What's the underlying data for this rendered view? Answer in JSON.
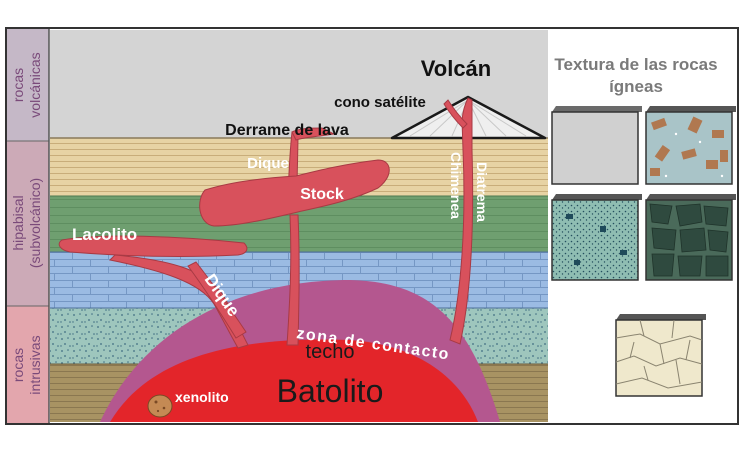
{
  "zones": {
    "volcanic": "rocas\nvolcánicas",
    "hypabyssal": "hipabisal\n(subvolcánico)",
    "intrusive": "rocas\nintrusivas"
  },
  "labels": {
    "volcan": "Volcán",
    "cono_satelite": "cono satélite",
    "derrame": "Derrame de lava",
    "dique_top": "Dique",
    "stock": "Stock",
    "lacolito": "Lacolito",
    "dique_mid": "Dique",
    "chimenea": "Chimenea",
    "diatrema": "Diatrema",
    "zona_contacto": "zona de contacto",
    "techo": "techo",
    "xenolito": "xenolito",
    "batolito": "Batolito"
  },
  "texture_panel": {
    "title_line1": "Textura de las rocas",
    "title_line2": "ígneas"
  },
  "colors": {
    "magma": "#d8515c",
    "batholith": "#e3252a",
    "contact_zone": "#b4578f",
    "sand_layer": "#e7d3a4",
    "green_layer": "#6f9f70",
    "blue_layer": "#9bbbe3",
    "speckle_layer": "#9ec6bd",
    "brown_layer": "#a89363",
    "sky": "#d4d4d4",
    "zone_volcanic": "#c5b8c7",
    "zone_hypabyssal": "#ccaab7",
    "zone_intrusive": "#e3a6ad"
  }
}
